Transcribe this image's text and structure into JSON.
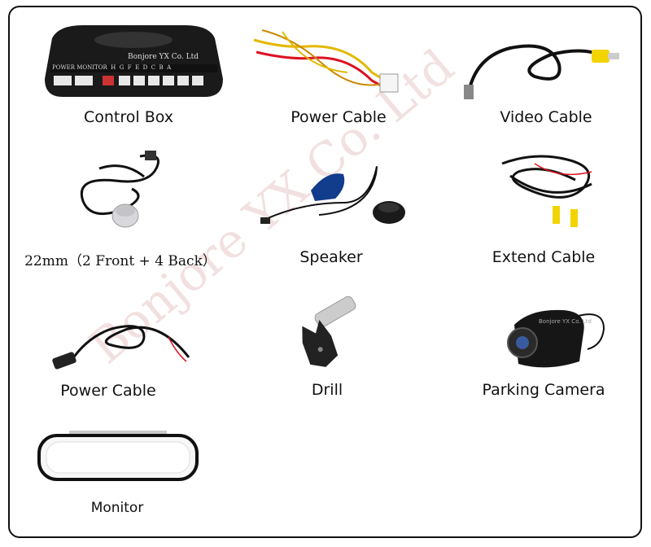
{
  "watermark": "Bonjore YX Co. Ltd",
  "control_box": {
    "label": "Control Box",
    "brand": "Bonjore YX Co. Ltd",
    "port_labels": "POWER MONITOR  H  G  F  E  D  C  B  A"
  },
  "items": {
    "power_cable_1": "Power Cable",
    "video_cable": "Video Cable",
    "sensor": "22mm（2 Front + 4 Back）",
    "speaker": "Speaker",
    "extend_cable": "Extend Cable",
    "power_cable_2": "Power Cable",
    "drill": "Drill",
    "parking_camera": "Parking Camera",
    "monitor": "Monitor"
  },
  "camera_brand": "Bonjore YX Co. Ltd"
}
